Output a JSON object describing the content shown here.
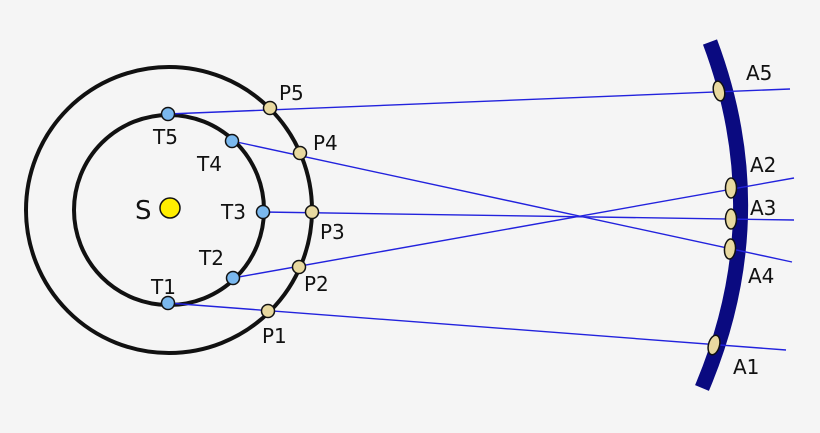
{
  "background": "#f5f5f5",
  "colors": {
    "orbit": "#111111",
    "sight_line": "#2222dd",
    "earth": "#7ab8ee",
    "planet": "#e8d9a0",
    "sun": "#ffee00",
    "sky_band": "#0a0a80",
    "outline": "#111111"
  },
  "sun": {
    "label": "S"
  },
  "earth_positions": [
    {
      "id": "t1",
      "label": "T1"
    },
    {
      "id": "t2",
      "label": "T2"
    },
    {
      "id": "t3",
      "label": "T3"
    },
    {
      "id": "t4",
      "label": "T4"
    },
    {
      "id": "t5",
      "label": "T5"
    }
  ],
  "planet_positions": [
    {
      "id": "p1",
      "label": "P1"
    },
    {
      "id": "p2",
      "label": "P2"
    },
    {
      "id": "p3",
      "label": "P3"
    },
    {
      "id": "p4",
      "label": "P4"
    },
    {
      "id": "p5",
      "label": "P5"
    }
  ],
  "apparent_positions": [
    {
      "id": "a1",
      "label": "A1"
    },
    {
      "id": "a2",
      "label": "A2"
    },
    {
      "id": "a3",
      "label": "A3"
    },
    {
      "id": "a4",
      "label": "A4"
    },
    {
      "id": "a5",
      "label": "A5"
    }
  ]
}
